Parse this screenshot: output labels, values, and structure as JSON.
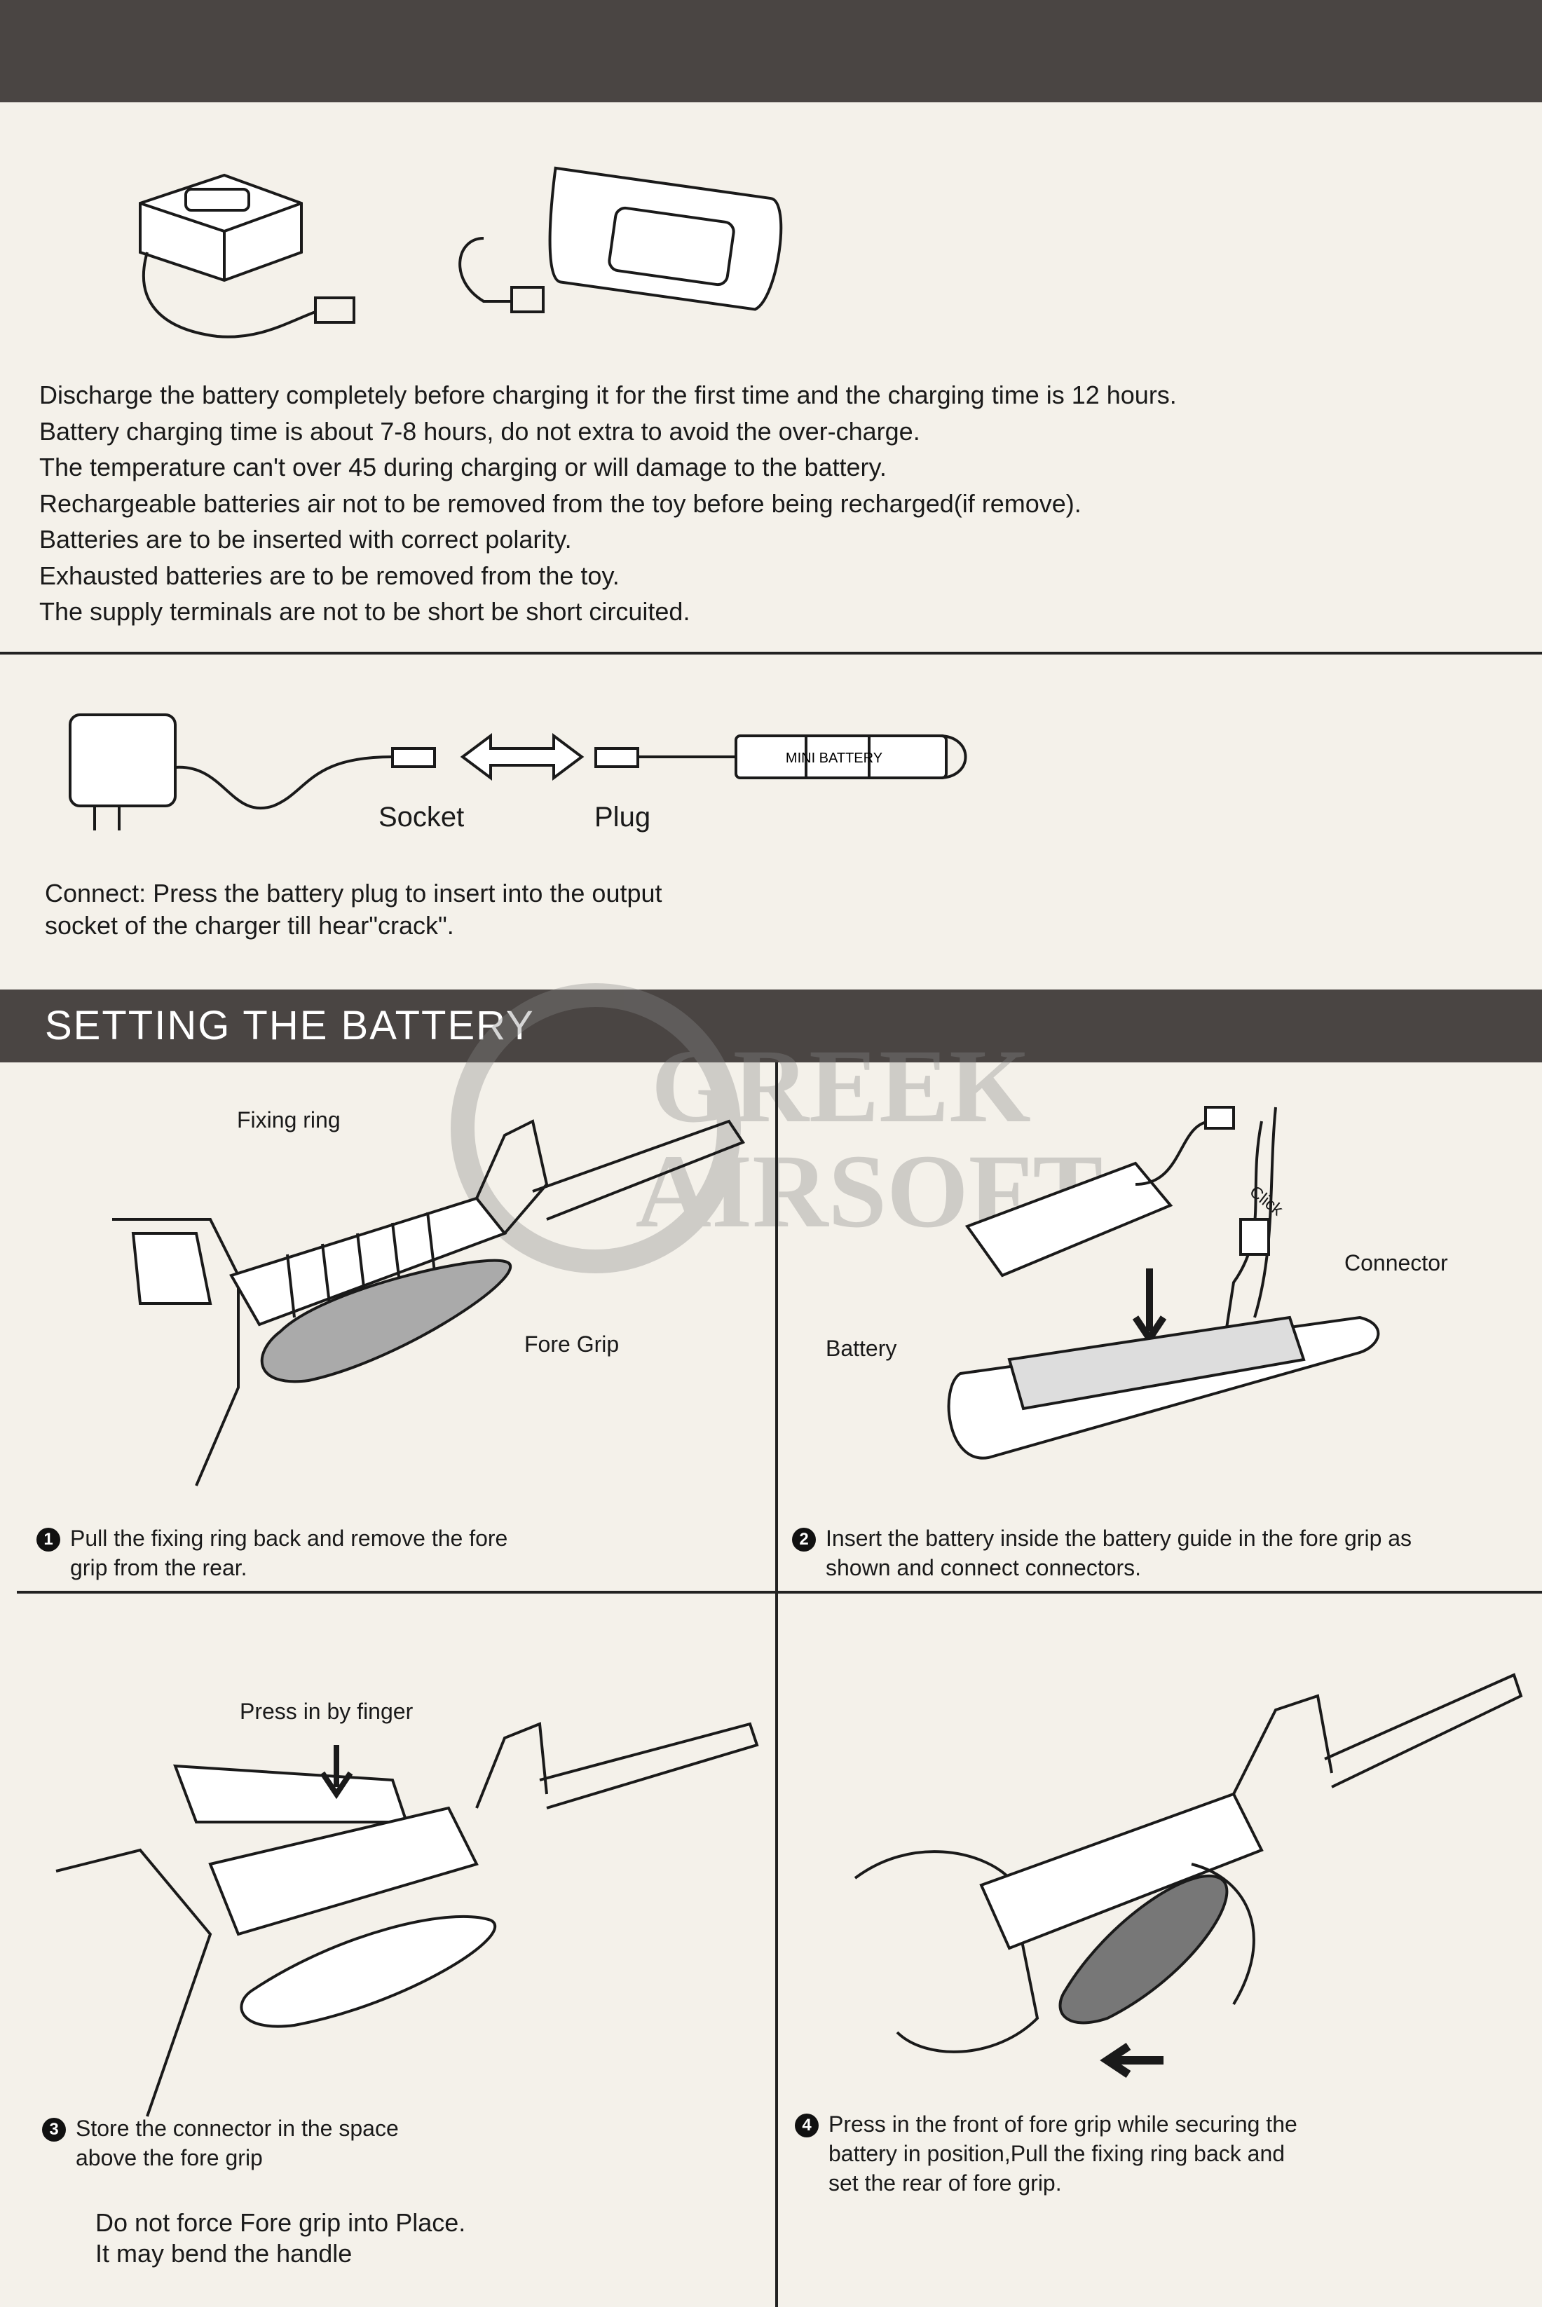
{
  "charging": {
    "warnings": [
      "Discharge the battery completely before charging it for the first time and the charging time is 12 hours.",
      "Battery charging time is about 7-8 hours, do not extra to avoid the over-charge.",
      "The temperature can't over 45 during charging or will damage to the battery.",
      "Rechargeable batteries air not to be removed from the toy before being recharged(if remove).",
      "Batteries are to be inserted with correct polarity.",
      "Exhausted batteries are to be removed from the toy.",
      "The supply terminals are not to be short be short circuited."
    ]
  },
  "connection": {
    "socket_label": "Socket",
    "plug_label": "Plug",
    "battery_label": "MINI BATTERY",
    "instruction_line1": "Connect: Press the battery plug to insert into the output",
    "instruction_line2": "socket of the charger till hear\"crack\"."
  },
  "section": {
    "title": "SETTING THE BATTERY"
  },
  "watermark": {
    "line1": "GREEK",
    "line2": "AIRSOFT"
  },
  "steps": [
    {
      "number": "1",
      "text_line1": "Pull the fixing ring back and remove the fore",
      "text_line2": "grip from the rear.",
      "callouts": {
        "fixing_ring": "Fixing ring",
        "fore_grip": "Fore Grip"
      }
    },
    {
      "number": "2",
      "text_line1": "Insert the battery inside the battery guide in the fore grip as",
      "text_line2": "shown and connect connectors.",
      "callouts": {
        "battery": "Battery",
        "connector": "Connector",
        "click": "Click"
      }
    },
    {
      "number": "3",
      "text_line1": "Store the connector in the space",
      "text_line2": "above the fore grip",
      "callouts": {
        "press": "Press in by finger"
      }
    },
    {
      "number": "4",
      "text_line1": "Press in the front of fore  grip while securing the",
      "text_line2": "battery in position,Pull  the fixing ring back and",
      "text_line3": "set the rear of fore grip."
    }
  ],
  "note": {
    "line1": "Do not force Fore grip into Place.",
    "line2": "It may bend the handle"
  },
  "colors": {
    "bar": "#4a4543",
    "paper": "#f4f1ea",
    "ink": "#1a1a1a"
  }
}
